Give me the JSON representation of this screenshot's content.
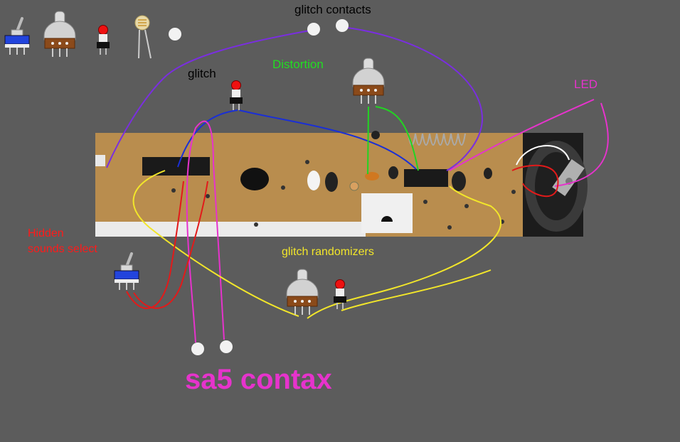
{
  "colors": {
    "background": "#5c5c5c",
    "board": "#b98d4e",
    "wire_purple": "#7a2ee0",
    "wire_blue": "#1a2fd6",
    "wire_green": "#22d422",
    "wire_magenta": "#e633cc",
    "wire_yellow": "#f2e62a",
    "wire_red": "#e21a1a",
    "wire_white": "#ffffff",
    "label_black": "#000000",
    "label_green": "#22dd22",
    "label_magenta": "#e633cc",
    "label_red": "#ff1a1a",
    "label_yellow": "#f2e62a"
  },
  "labels": {
    "glitch_contacts": "glitch contacts",
    "glitch": "glitch",
    "distortion": "Distortion",
    "led": "LED",
    "hidden_sounds_line1": "Hidden",
    "hidden_sounds_line2": "sounds select",
    "glitch_randomizers": "glitch randomizers",
    "sa5_contax": "sa5 contax"
  },
  "icons": {
    "legend": [
      "toggle-switch-icon",
      "potentiometer-icon",
      "pushbutton-icon",
      "photoresistor-icon",
      "contact-pad-icon"
    ],
    "board": "circuit-board-icon",
    "speaker": "speaker-icon"
  }
}
